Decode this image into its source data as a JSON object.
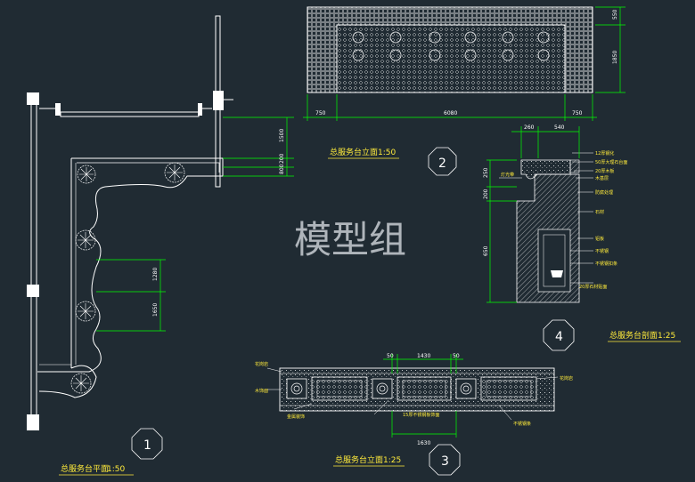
{
  "watermark": "模型组",
  "colors": {
    "background": "#202b33",
    "wall": "#ffffff",
    "dimension": "#00ff00",
    "annotation": "#ffeb3b",
    "hatch": "#ffffff"
  },
  "drawings": {
    "plan": {
      "number": "1",
      "title": "总服务台平面",
      "scale": "1:50"
    },
    "front_elevation": {
      "number": "2",
      "title": "总服务台立面",
      "scale": "1:50"
    },
    "counter_plan": {
      "number": "3",
      "title": "总服务台立面",
      "scale": "1:25"
    },
    "section": {
      "number": "4",
      "title": "总服务台剖面",
      "scale": "1:25"
    }
  },
  "dimensions": {
    "elevation_height_top": "550",
    "elevation_height_main": "1850",
    "elevation_width_left": "750",
    "elevation_width_mid": "6080",
    "elevation_width_right": "750",
    "plan_top_a": "1500",
    "plan_top_b": "800",
    "plan_top_c": "200",
    "plan_left_a": "1280",
    "plan_left_b": "1650",
    "section_top_a": "260",
    "section_top_b": "540",
    "section_left_a": "250",
    "section_left_b": "200",
    "section_left_c": "650",
    "counter_top_a": "50",
    "counter_top_b": "1430",
    "counter_top_c": "50",
    "counter_bottom": "1630"
  },
  "annotations": {
    "section_notes": [
      "12厚钢化",
      "50厚大理石台面",
      "20厚木板",
      "木基层",
      "防腐处理",
      "石材",
      "铝板",
      "不锈钢",
      "不锈钢扣条",
      "20厚石材贴面"
    ],
    "section_side": "灯光带",
    "counter_left_top": "花岗岩",
    "counter_left_bottom": "木饰面",
    "counter_right": "花岗岩",
    "counter_mid": "15厚不锈钢板饰面",
    "counter_bottom_left": "金属装饰",
    "counter_bottom_right": "不锈钢条"
  }
}
